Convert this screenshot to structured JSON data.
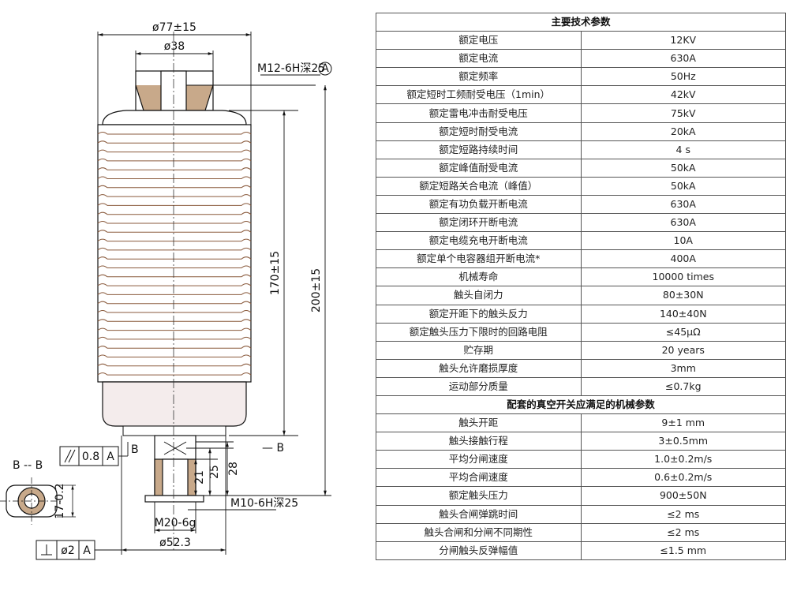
{
  "drawing": {
    "dims": {
      "outer_dia": "ø77±15",
      "top_dia": "ø38",
      "top_thread": "M12-6H深25",
      "datum": "A",
      "len_170": "170±15",
      "len_200": "200±15",
      "section_mark_left": "B",
      "section_mark_right": "— B",
      "section_title": "B -- B",
      "parallel_value": "0.8",
      "parallel_datum": "A",
      "perp_value": "ø2",
      "perp_datum": "A",
      "d21": "21",
      "d25": "25",
      "d28": "28",
      "bottom_thread": "M10-6H深25",
      "shaft_thread": "M20-6g",
      "bottom_dia": "ø52.3",
      "flat_width": "17-0.2"
    }
  },
  "table": {
    "main_header": "主要技术参数",
    "main_rows": [
      {
        "name": "额定电压",
        "value": "12KV"
      },
      {
        "name": "额定电流",
        "value": "630A"
      },
      {
        "name": "额定频率",
        "value": "50Hz"
      },
      {
        "name": "额定短时工频耐受电压（1min）",
        "value": "42kV"
      },
      {
        "name": "额定雷电冲击耐受电压",
        "value": "75kV"
      },
      {
        "name": "额定短时耐受电流",
        "value": "20kA"
      },
      {
        "name": "额定短路持续时间",
        "value": "4 s"
      },
      {
        "name": "额定峰值耐受电流",
        "value": "50kA"
      },
      {
        "name": "额定短路关合电流（峰值）",
        "value": "50kA"
      },
      {
        "name": "额定有功负载开断电流",
        "value": "630A"
      },
      {
        "name": "额定闭环开断电流",
        "value": "630A"
      },
      {
        "name": "额定电缆充电开断电流",
        "value": "10A"
      },
      {
        "name": "额定单个电容器组开断电流*",
        "value": "400A"
      },
      {
        "name": "机械寿命",
        "value": "10000 times"
      },
      {
        "name": "触头自闭力",
        "value": "80±30N"
      },
      {
        "name": "额定开距下的触头反力",
        "value": "140±40N"
      },
      {
        "name": "额定触头压力下限时的回路电阻",
        "value": "≤45μΩ"
      },
      {
        "name": "贮存期",
        "value": "20 years"
      },
      {
        "name": "触头允许磨损厚度",
        "value": "3mm"
      },
      {
        "name": "运动部分质量",
        "value": "≤0.7kg"
      }
    ],
    "mech_header": "配套的真空开关应满足的机械参数",
    "mech_rows": [
      {
        "name": "触头开距",
        "value": "9±1 mm"
      },
      {
        "name": "触头接触行程",
        "value": "3±0.5mm"
      },
      {
        "name": "平均分闸速度",
        "value": "1.0±0.2m/s"
      },
      {
        "name": "平均合闸速度",
        "value": "0.6±0.2m/s"
      },
      {
        "name": "额定触头压力",
        "value": "900±50N"
      },
      {
        "name": "触头合闸弹跳时间",
        "value": "≤2 ms"
      },
      {
        "name": "触头合闸和分闸不同期性",
        "value": "≤2 ms"
      },
      {
        "name": "分闸触头反弹幅值",
        "value": "≤1.5 mm"
      }
    ]
  }
}
